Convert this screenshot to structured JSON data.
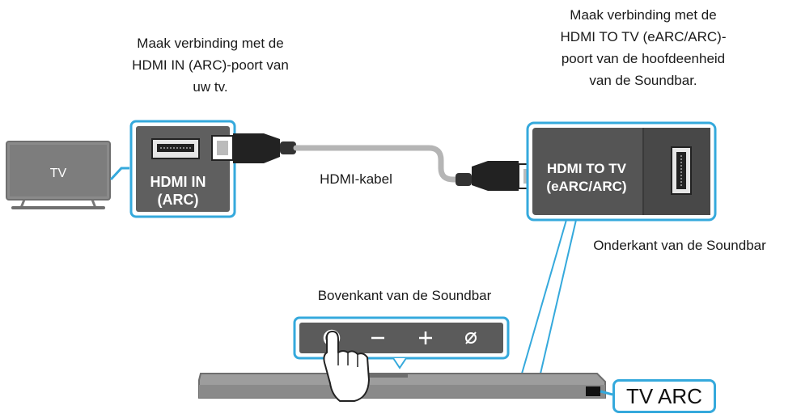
{
  "captions": {
    "tv_port_lines": [
      "Maak verbinding met de",
      "HDMI IN (ARC)-poort van",
      "uw tv."
    ],
    "soundbar_port_lines": [
      "Maak verbinding met de",
      "HDMI TO TV (eARC/ARC)-",
      "poort van de hoofdeenheid",
      "van de Soundbar."
    ],
    "cable": "HDMI-kabel",
    "soundbar_bottom": "Onderkant van de Soundbar",
    "soundbar_top": "Bovenkant van de Soundbar"
  },
  "tv": {
    "label": "TV"
  },
  "hdmi_in_port": {
    "line1": "HDMI IN",
    "line2": "(ARC)"
  },
  "hdmi_to_tv_port": {
    "line1": "HDMI TO TV",
    "line2": "(eARC/ARC)"
  },
  "soundbar_buttons": [
    "power-icon",
    "minus-icon",
    "plus-icon",
    "mute-icon"
  ],
  "tv_arc_badge": "TV ARC",
  "colors": {
    "highlight": "#35a9dc",
    "panel": "#5f5f5f",
    "cable": "#b5b5b5"
  }
}
